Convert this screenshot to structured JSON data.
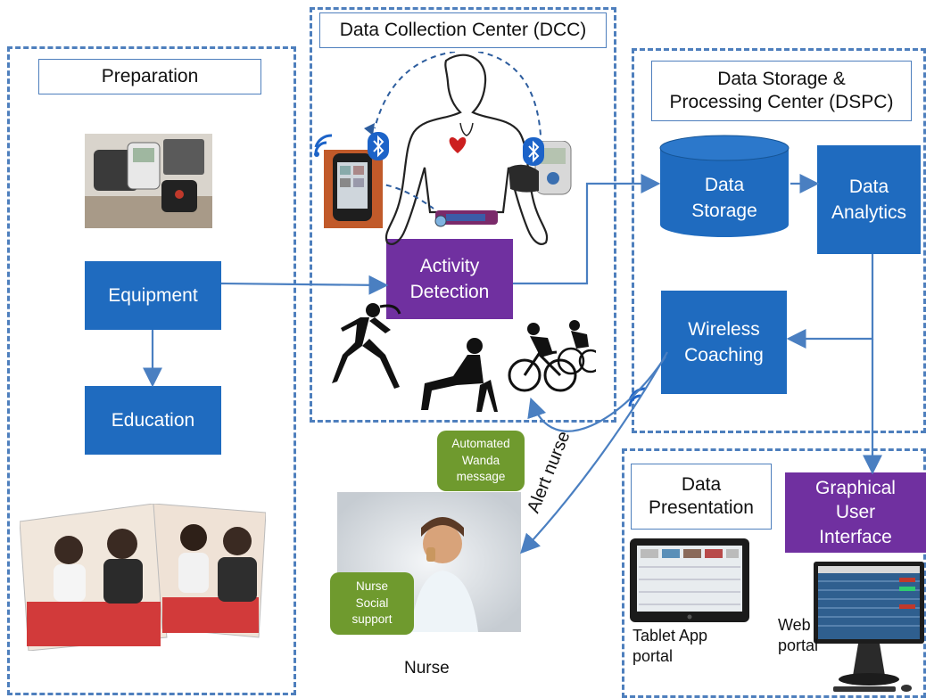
{
  "preparation": {
    "title": "Preparation",
    "equipment": "Equipment",
    "education": "Education"
  },
  "dcc": {
    "title": "Data Collection Center (DCC)",
    "activity_detection": [
      "Activity",
      "Detection"
    ]
  },
  "dspc": {
    "title": [
      "Data Storage &",
      "Processing Center (DSPC)"
    ],
    "data_storage": [
      "Data",
      "Storage"
    ],
    "data_analytics": [
      "Data",
      "Analytics"
    ],
    "wireless_coaching": [
      "Wireless",
      "Coaching"
    ]
  },
  "messages": {
    "automated": [
      "Automated",
      "Wanda",
      "message"
    ],
    "nurse_support": [
      "Nurse",
      "Social",
      "support"
    ],
    "alert_nurse": "Alert nurse",
    "nurse_caption": "Nurse"
  },
  "presentation": {
    "title": [
      "Data",
      "Presentation"
    ],
    "gui": [
      "Graphical",
      "User",
      "Interface"
    ],
    "tablet_caption": [
      "Tablet App",
      "portal"
    ],
    "web_caption": [
      "Web",
      "portal"
    ]
  },
  "colors": {
    "blue_box": "#1f6bbf",
    "purple_box": "#7030a0",
    "green_callout": "#6f9a2e",
    "dashed_border": "#4e7fbd"
  }
}
